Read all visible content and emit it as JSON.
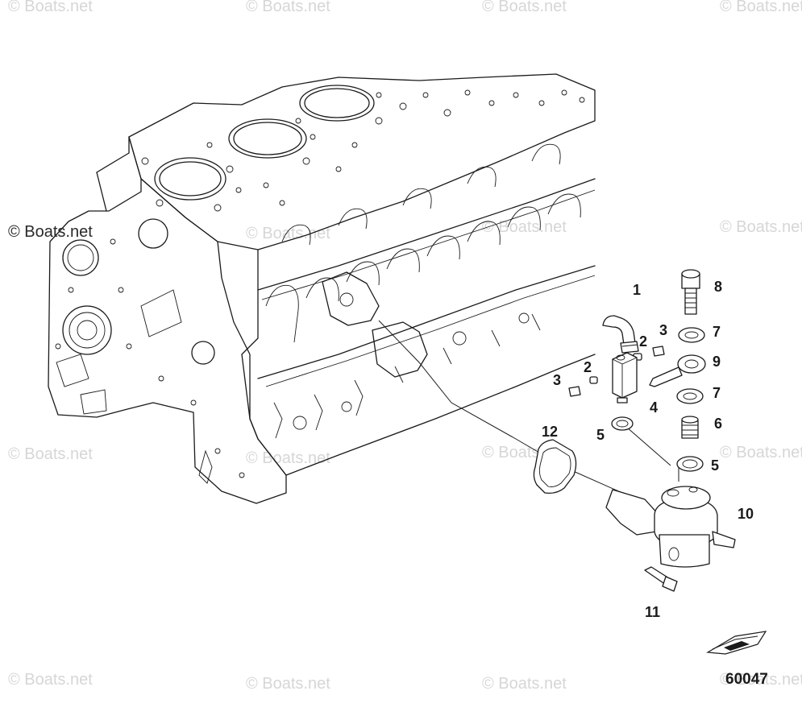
{
  "watermark": {
    "text": "© Boats.net",
    "main_text": "© Boats.net"
  },
  "figure_number": "60047",
  "callouts": {
    "c1": "1",
    "c2a": "2",
    "c2b": "2",
    "c3a": "3",
    "c3b": "3",
    "c4": "4",
    "c5a": "5",
    "c5b": "5",
    "c6": "6",
    "c7a": "7",
    "c7b": "7",
    "c8": "8",
    "c9": "9",
    "c10": "10",
    "c11": "11",
    "c12": "12"
  },
  "colors": {
    "line": "#1a1a1a",
    "watermark": "#d6d6d6",
    "background": "#ffffff"
  },
  "icons": {
    "orientation": "boat-orientation-icon"
  }
}
